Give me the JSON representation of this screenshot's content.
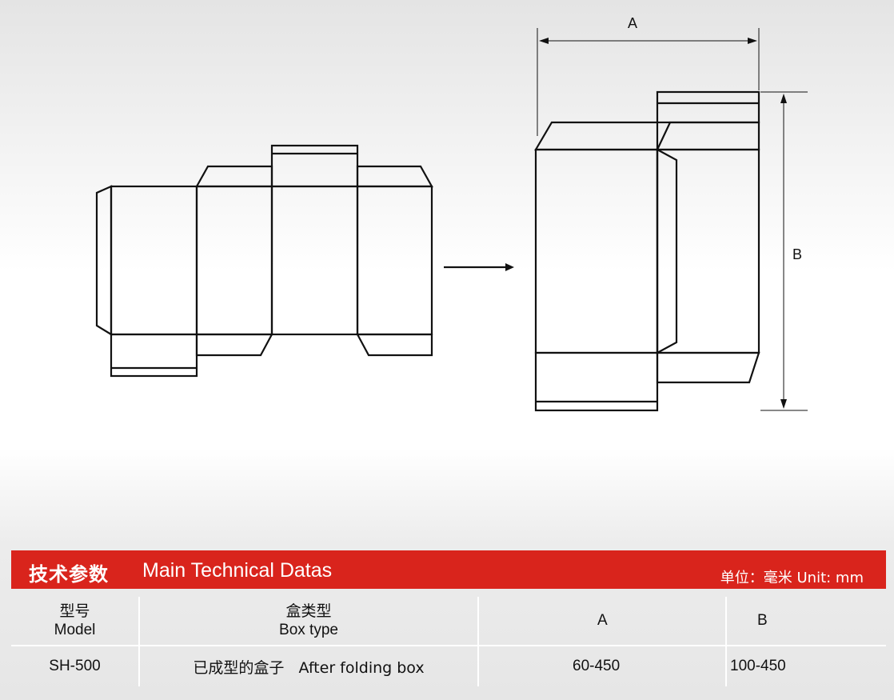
{
  "diagram": {
    "dimension_a_label": "A",
    "dimension_b_label": "B"
  },
  "spec_panel": {
    "title_cn": "技术参数",
    "title_en": "Main Technical Datas",
    "unit": "单位：毫米 Unit: mm",
    "columns": {
      "model": {
        "cn": "型号",
        "en": "Model"
      },
      "box_type": {
        "cn": "盒类型",
        "en": "Box type"
      },
      "a": "A",
      "b": "B"
    },
    "rows": [
      {
        "model": "SH-500",
        "box_type": "已成型的盒子   After folding box",
        "a": "60-450",
        "b": "100-450"
      }
    ]
  },
  "colors": {
    "header_red": "#d9241c",
    "line": "#111111"
  }
}
